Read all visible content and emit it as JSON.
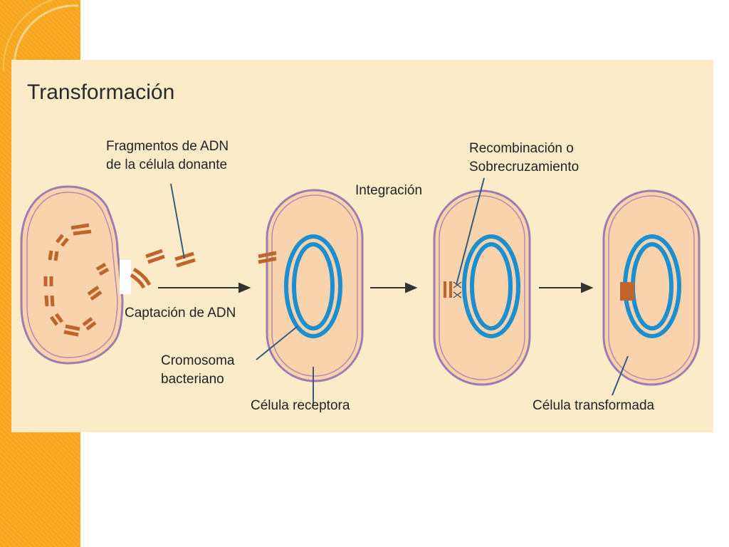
{
  "slide": {
    "title": "Transformación",
    "colors": {
      "sidebar": "#f7a51d",
      "panel": "#fbebc9",
      "cell_fill": "#f9d3ac",
      "membrane": "#9f7cae",
      "chromosome": "#1b8fd0",
      "dna_fragment": "#c0642c"
    }
  },
  "labels": {
    "fragments_line1": "Fragmentos de ADN",
    "fragments_line2": "de la célula donante",
    "uptake": "Captación de ADN",
    "chromosome_line1": "Cromosoma",
    "chromosome_line2": "bacteriano",
    "recipient_cell": "Célula receptora",
    "integration": "Integración",
    "recombination_line1": "Recombinación o",
    "recombination_line2": "Sobrecruzamiento",
    "transformed_cell": "Célula transformada"
  }
}
